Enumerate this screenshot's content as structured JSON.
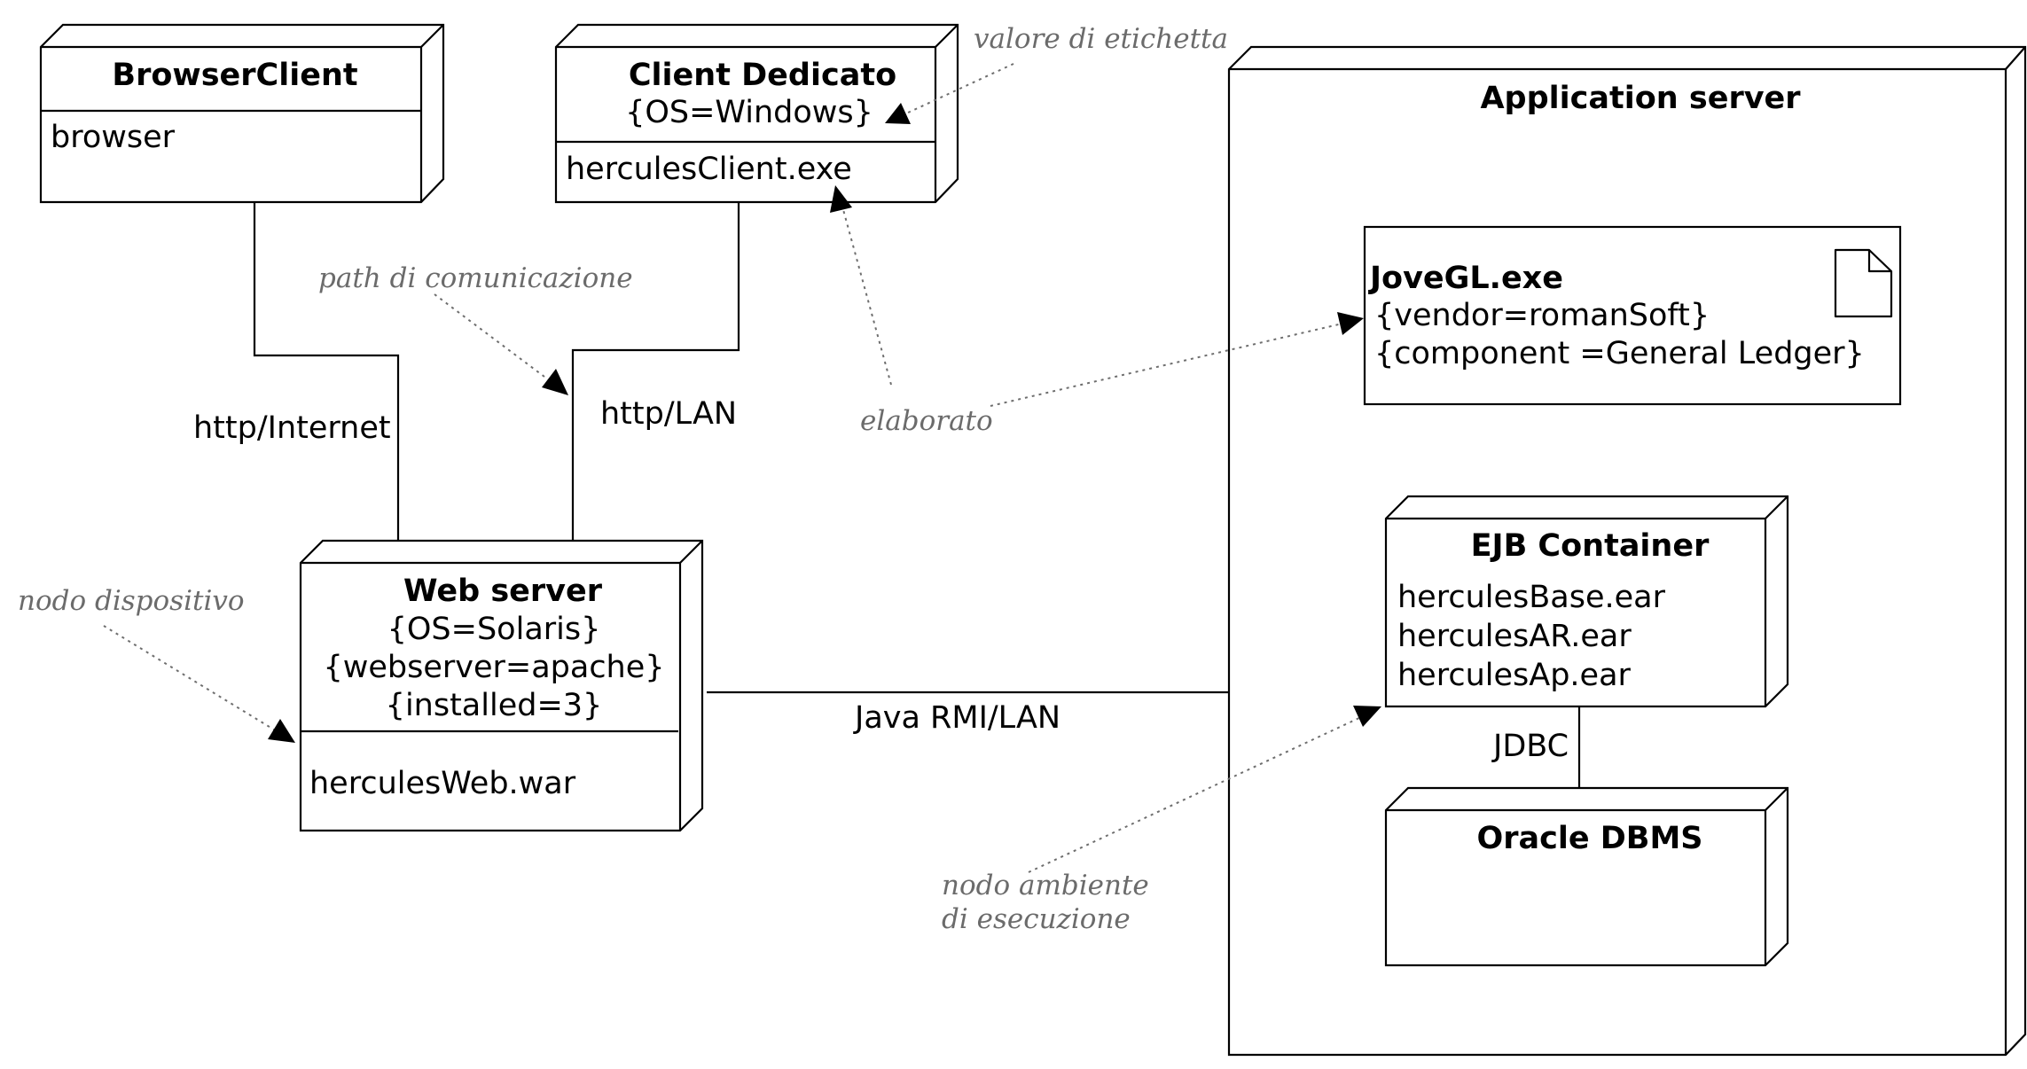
{
  "nodes": {
    "browser_client": {
      "title": "BrowserClient",
      "body": [
        "browser"
      ]
    },
    "client_dedicato": {
      "title": "Client Dedicato",
      "tags": [
        "{OS=Windows}"
      ],
      "body": [
        "herculesClient.exe"
      ]
    },
    "web_server": {
      "title": "Web server",
      "tags": [
        "{OS=Solaris}",
        "{webserver=apache}",
        "{installed=3}"
      ],
      "body": [
        "herculesWeb.war"
      ]
    },
    "application_server": {
      "title": "Application server"
    },
    "jovegl": {
      "title": "JoveGL.exe",
      "tags": [
        "{vendor=romanSoft}",
        "{component =General Ledger}"
      ]
    },
    "ejb_container": {
      "title": "EJB Container",
      "body": [
        "herculesBase.ear",
        "herculesAR.ear",
        "herculesAp.ear"
      ]
    },
    "oracle_dbms": {
      "title": "Oracle DBMS"
    }
  },
  "connections": {
    "http_internet": "http/Internet",
    "http_lan": "http/LAN",
    "java_rmi": "Java RMI/LAN",
    "jdbc": "JDBC"
  },
  "annotations": {
    "valore_etichetta": "valore di etichetta",
    "path_comunicazione": "path di comunicazione",
    "elaborato": "elaborato",
    "nodo_dispositivo": "nodo dispositivo",
    "nodo_ambiente": [
      "nodo ambiente",
      "di esecuzione"
    ]
  },
  "colors": {
    "line": "#000000",
    "annotation": "#6b6b6b",
    "background": "#ffffff"
  }
}
